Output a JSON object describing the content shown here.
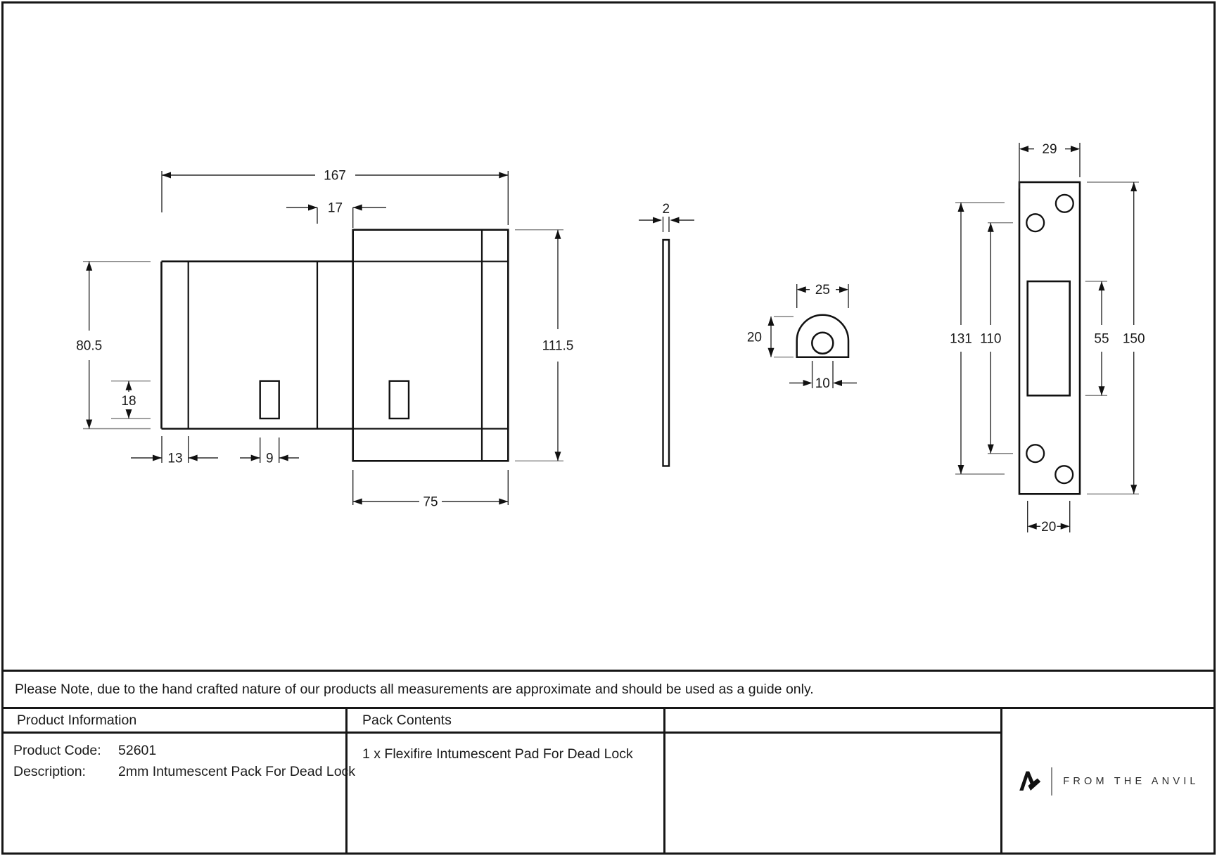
{
  "sheet": {
    "note": "Please Note, due to the hand crafted nature of our products all measurements are approximate and should be used as a guide only."
  },
  "flat_pattern": {
    "overall_width": "167",
    "fold_gap": "17",
    "body_height": "80.5",
    "slot_height": "18",
    "left_fold": "13",
    "slot_width": "9",
    "panel_width": "75",
    "panel_height": "111.5"
  },
  "side_view": {
    "thickness": "2"
  },
  "keep_part": {
    "width": "25",
    "height": "20",
    "hole_dia": "10"
  },
  "faceplate": {
    "width": "29",
    "outer_hole_centres": "131",
    "inner_hole_centres": "110",
    "cutout_height": "55",
    "overall_height": "150",
    "cutout_width": "20"
  },
  "product_info": {
    "header": "Product Information",
    "code_label": "Product Code:",
    "code": "52601",
    "description_label": "Description:",
    "description": "2mm Intumescent Pack For Dead Lock"
  },
  "pack_contents": {
    "header": "Pack Contents",
    "item": "1 x Flexifire Intumescent Pad For Dead Lock"
  },
  "brand": {
    "name": "FROM THE ANVIL"
  }
}
